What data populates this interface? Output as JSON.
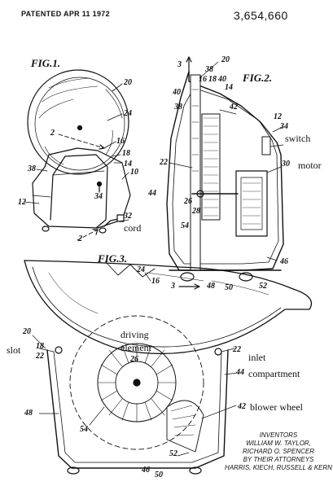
{
  "header": {
    "patented": "PATENTED APR 11 1972",
    "patent_number": "3,654,660"
  },
  "figures": {
    "fig1": "FIG.1.",
    "fig2": "FIG.2.",
    "fig3": "FIG.3."
  },
  "annotations": {
    "switch": "switch",
    "motor": "motor",
    "cord": "cord",
    "slot": "slot",
    "driving_element_line1": "driving",
    "driving_element_line2": "element",
    "inlet_compartment_line1": "inlet",
    "inlet_compartment_line2": "compartment",
    "blower_wheel": "blower wheel"
  },
  "reference_numerals": {
    "fig1": [
      "20",
      "24",
      "2",
      "16",
      "18",
      "14",
      "38",
      "10",
      "12",
      "34",
      "32",
      "2"
    ],
    "fig2": [
      "3",
      "20",
      "38",
      "16",
      "18",
      "40",
      "14",
      "40",
      "42",
      "12",
      "38",
      "34",
      "30",
      "22",
      "26",
      "28",
      "44",
      "54",
      "46",
      "3",
      "48",
      "50",
      "52"
    ],
    "fig3": [
      "24",
      "16",
      "20",
      "18",
      "22",
      "26",
      "22",
      "44",
      "48",
      "42",
      "54",
      "52",
      "46",
      "50"
    ]
  },
  "inventors": {
    "title": "INVENTORS",
    "name1": "WILLIAM W. TAYLOR,",
    "name2": "RICHARD O. SPENCER",
    "by": "BY THEIR ATTORNEYS",
    "firm": "HARRIS, KIECH, RUSSELL & KERN"
  }
}
